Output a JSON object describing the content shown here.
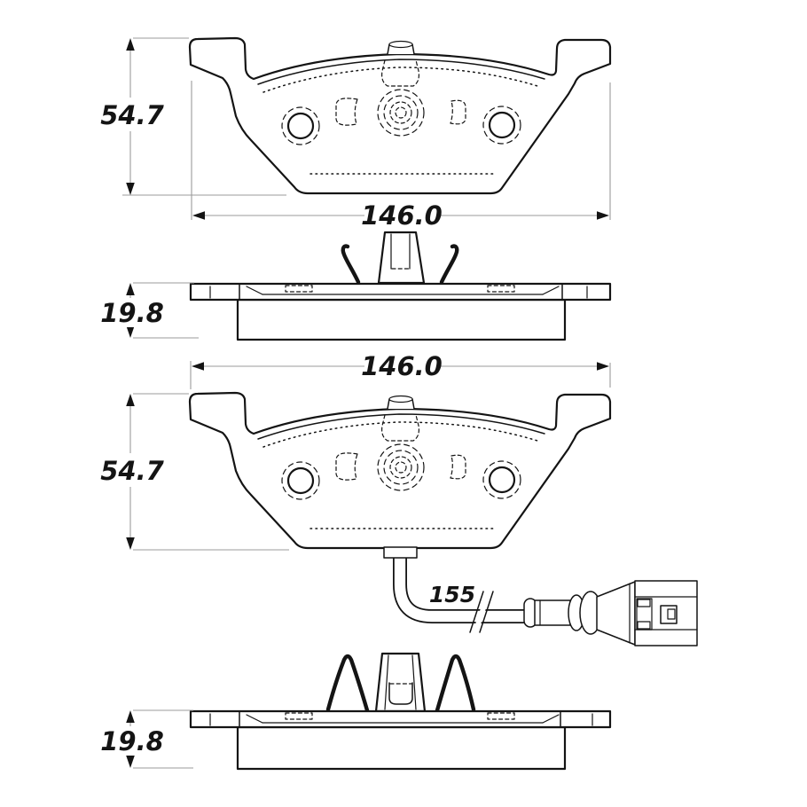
{
  "colors": {
    "background": "#ffffff",
    "drawing": "#141414",
    "dimension_lines": "#9b9b9b"
  },
  "dims": {
    "front_top_height": "54.7",
    "front_top_width": "146.0",
    "side_top_thickness": "19.8",
    "front_bottom_width": "146.0",
    "front_bottom_height": "54.7",
    "sensor_wire_length": "155",
    "side_bottom_thickness": "19.8"
  }
}
